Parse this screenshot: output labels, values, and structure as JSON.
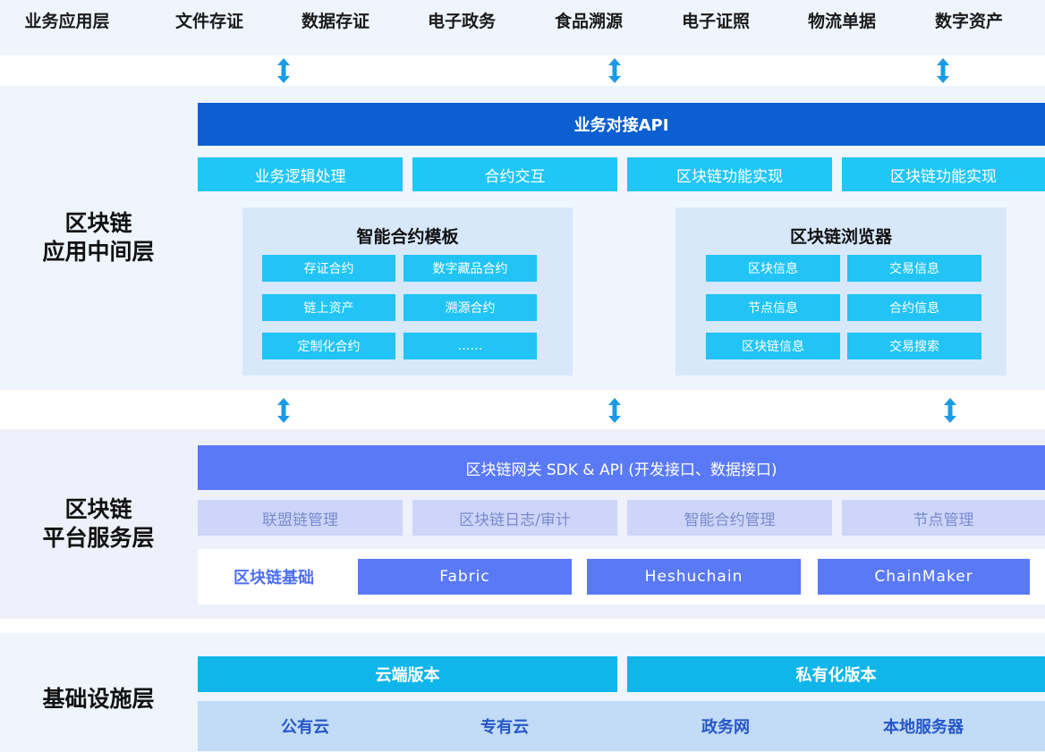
{
  "app_layer": {
    "title": "业务应用层",
    "items": [
      "文件存证",
      "数据存证",
      "电子政务",
      "食品溯源",
      "电子证照",
      "物流单据",
      "数字资产"
    ]
  },
  "middleware_layer": {
    "title_line1": "区块链",
    "title_line2": "应用中间层",
    "api_bar": "业务对接API",
    "functions": [
      "业务逻辑处理",
      "合约交互",
      "区块链功能实现",
      "区块链功能实现"
    ],
    "contract_templates": {
      "title": "智能合约模板",
      "items": [
        "存证合约",
        "数字藏品合约",
        "链上资产",
        "溯源合约",
        "定制化合约",
        "……"
      ]
    },
    "explorer": {
      "title": "区块链浏览器",
      "items": [
        "区块信息",
        "交易信息",
        "节点信息",
        "合约信息",
        "区块链信息",
        "交易搜索"
      ]
    }
  },
  "platform_layer": {
    "title_line1": "区块链",
    "title_line2": "平台服务层",
    "gateway_bar": "区块链网关 SDK & API (开发接口、数据接口)",
    "services": [
      "联盟链管理",
      "区块链日志/审计",
      "智能合约管理",
      "节点管理"
    ],
    "base_label": "区块链基础",
    "chains": [
      "Fabric",
      "Heshuchain",
      "ChainMaker"
    ]
  },
  "infra_layer": {
    "title": "基础设施层",
    "editions": [
      "云端版本",
      "私有化版本"
    ],
    "deployments": [
      "公有云",
      "专有云",
      "政务网",
      "本地服务器"
    ]
  },
  "colors": {
    "api_blue": "#0b5fd1",
    "cyan": "#20c6f6",
    "indigo": "#5a79f6",
    "lavender": "#cdd6f9",
    "sky": "#10b6ea",
    "arrow": "#1a9be8"
  }
}
